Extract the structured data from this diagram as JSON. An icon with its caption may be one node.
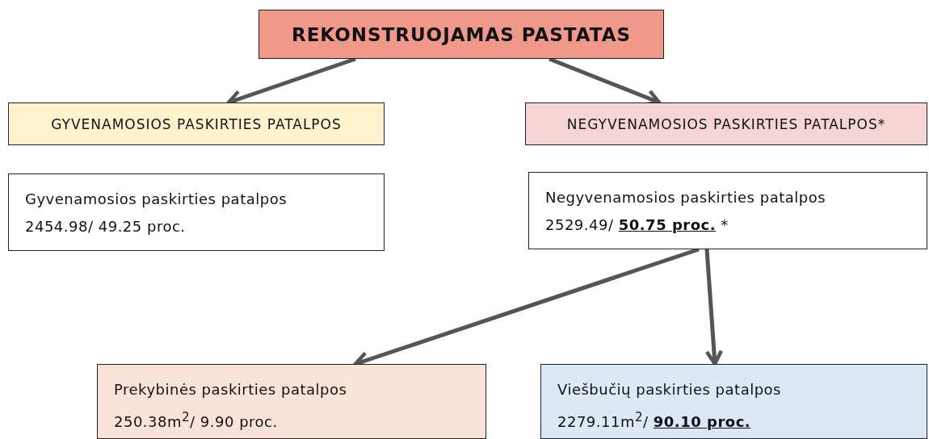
{
  "diagram": {
    "nodes": [
      {
        "text": [
          "REKONSTRUOJAMAS PASTATAS"
        ]
      },
      {
        "text": [
          "GYVENAMOSIOS PASKIRTIES PATALPOS"
        ]
      },
      {
        "text": [
          "NEGYVENAMOSIOS PASKIRTIES PATALPOS*"
        ]
      },
      {
        "text": [
          "Gyvenamosios paskirties patalpos",
          "2454.98/ 49.25 proc."
        ]
      },
      {
        "text": [
          "Negyvenamosios paskirties patalpos",
          "2529.49/ **50.75 proc.** *"
        ]
      },
      {
        "text": [
          "Prekybinės paskirties patalpos",
          "250.38m$^{2}$/ 9.90 proc."
        ]
      },
      {
        "text": [
          "Viešbučių paskirties patalpos",
          "2279.11m$^{2}$/ **90.10 proc.**"
        ]
      }
    ],
    "edges": [
      {
        "from": 0,
        "to": 1,
        "arrow": "to"
      },
      {
        "from": 0,
        "to": 2,
        "arrow": "to"
      },
      {
        "from": 4,
        "to": 5,
        "arrow": "to"
      },
      {
        "from": 4,
        "to": 6,
        "arrow": "to"
      }
    ]
  }
}
